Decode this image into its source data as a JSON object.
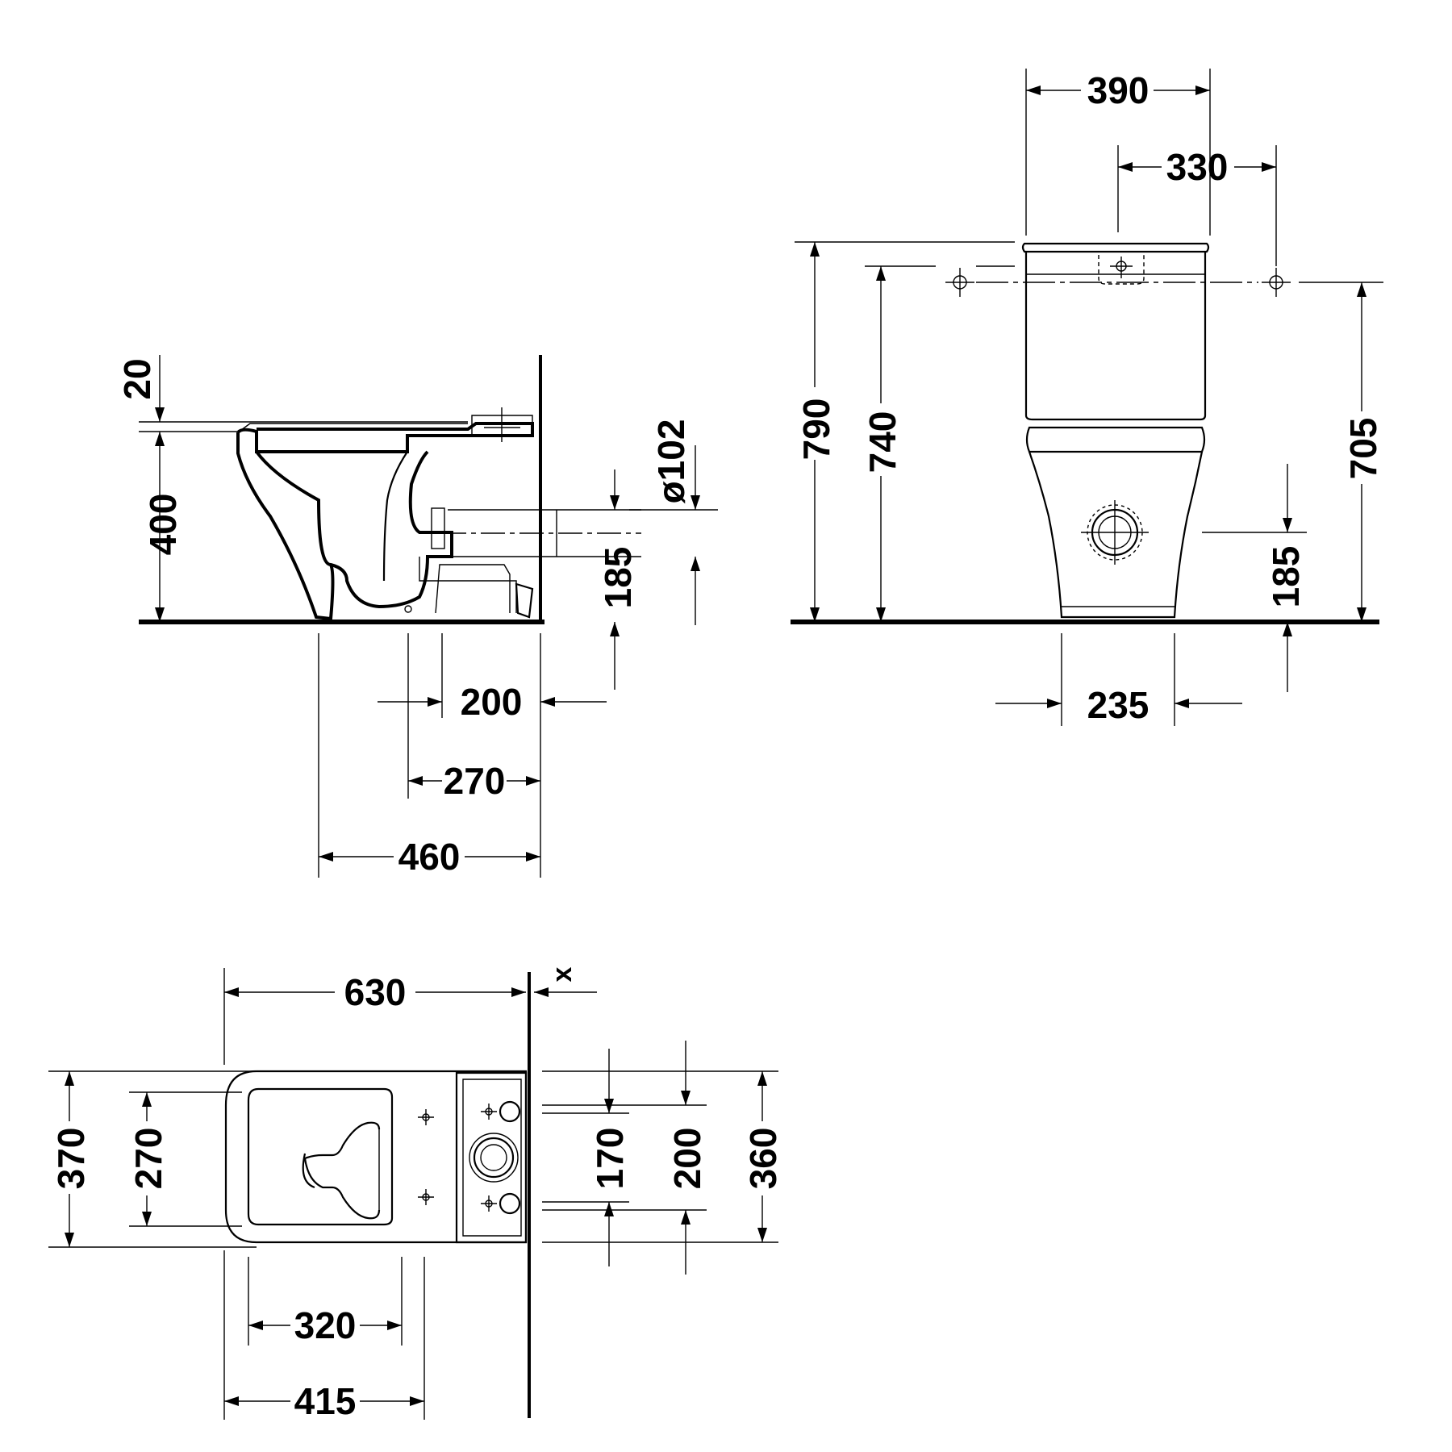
{
  "views": {
    "side": {
      "dims": {
        "d20": "20",
        "d400": "400",
        "d102": "ø102",
        "d185": "185",
        "d200": "200",
        "d270": "270",
        "d460": "460"
      }
    },
    "front": {
      "dims": {
        "d390": "390",
        "d330": "330",
        "d790": "790",
        "d740": "740",
        "d705": "705",
        "d185": "185",
        "d235": "235"
      }
    },
    "top": {
      "dims": {
        "d630": "630",
        "dx": "x",
        "d370": "370",
        "d270": "270",
        "d170": "170",
        "d200": "200",
        "d360": "360",
        "d320": "320",
        "d415": "415"
      }
    }
  }
}
